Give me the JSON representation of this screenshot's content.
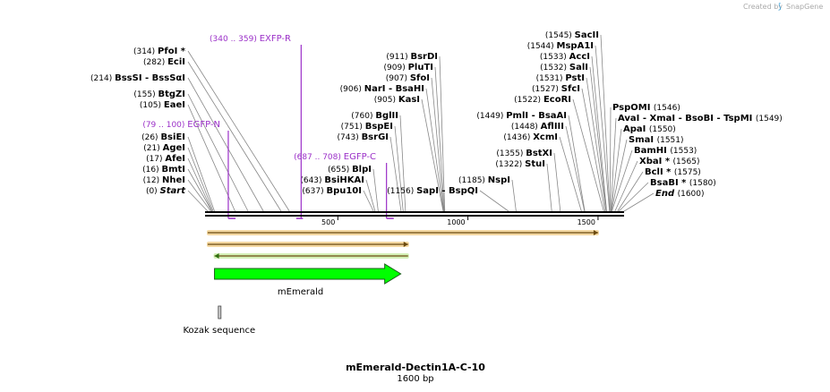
{
  "credit": {
    "prefix": "Created by",
    "brand": "SnapGene"
  },
  "sequence": {
    "name": "mEmerald-Dectin1A-C-10",
    "length_label": "1600 bp",
    "length": 1600
  },
  "axis_ticks": [
    {
      "value": 500,
      "label": "500"
    },
    {
      "value": 1000,
      "label": "1000"
    },
    {
      "value": 1500,
      "label": "1500"
    }
  ],
  "sites_left": [
    {
      "pos": "(0)",
      "name": "Start",
      "bp": 0,
      "italic": true
    },
    {
      "pos": "(12)",
      "name": "NheI",
      "bp": 12
    },
    {
      "pos": "(16)",
      "name": "BmtI",
      "bp": 16
    },
    {
      "pos": "(17)",
      "name": "AfeI",
      "bp": 17
    },
    {
      "pos": "(21)",
      "name": "AgeI",
      "bp": 21
    },
    {
      "pos": "(26)",
      "name": "BsiEI",
      "bp": 26
    },
    {
      "pos": "(105)",
      "name": "EaeI",
      "bp": 105
    },
    {
      "pos": "(155)",
      "name": "BtgZI",
      "bp": 155
    },
    {
      "pos": "(214)",
      "name": "BssSI  - BssSαI",
      "bp": 214
    },
    {
      "pos": "(282)",
      "name": "EciI",
      "bp": 282
    },
    {
      "pos": "(314)",
      "name": "PfoI *",
      "bp": 314
    }
  ],
  "sites_mid": [
    {
      "pos": "(637)",
      "name": "Bpu10I",
      "bp": 637
    },
    {
      "pos": "(643)",
      "name": "BsiHKAI",
      "bp": 643
    },
    {
      "pos": "(655)",
      "name": "BlpI",
      "bp": 655
    },
    {
      "pos": "(743)",
      "name": "BsrGI",
      "bp": 743
    },
    {
      "pos": "(751)",
      "name": "BspEI",
      "bp": 751
    },
    {
      "pos": "(760)",
      "name": "BglII",
      "bp": 760
    },
    {
      "pos": "(905)",
      "name": "KasI",
      "bp": 905
    },
    {
      "pos": "(906)",
      "name": "NarI  - BsaHI",
      "bp": 906
    },
    {
      "pos": "(907)",
      "name": "SfoI",
      "bp": 907
    },
    {
      "pos": "(909)",
      "name": "PluTI",
      "bp": 909
    },
    {
      "pos": "(911)",
      "name": "BsrDI",
      "bp": 911
    },
    {
      "pos": "(1156)",
      "name": "SapI  - BspQI",
      "bp": 1156
    },
    {
      "pos": "(1185)",
      "name": "NspI",
      "bp": 1185
    },
    {
      "pos": "(1322)",
      "name": "StuI",
      "bp": 1322
    },
    {
      "pos": "(1355)",
      "name": "BstXI",
      "bp": 1355
    },
    {
      "pos": "(1436)",
      "name": "XcmI",
      "bp": 1436
    },
    {
      "pos": "(1448)",
      "name": "AflIII",
      "bp": 1448
    },
    {
      "pos": "(1449)",
      "name": "PmlI  - BsaAI",
      "bp": 1449
    },
    {
      "pos": "(1522)",
      "name": "EcoRI",
      "bp": 1522
    },
    {
      "pos": "(1527)",
      "name": "SfcI",
      "bp": 1527
    },
    {
      "pos": "(1531)",
      "name": "PstI",
      "bp": 1531
    },
    {
      "pos": "(1532)",
      "name": "SalI",
      "bp": 1532
    },
    {
      "pos": "(1533)",
      "name": "AccI",
      "bp": 1533
    },
    {
      "pos": "(1544)",
      "name": "MspA1I",
      "bp": 1544
    },
    {
      "pos": "(1545)",
      "name": "SacII",
      "bp": 1545
    }
  ],
  "sites_right": [
    {
      "name": "PspOMI",
      "pos": "(1546)",
      "bp": 1546
    },
    {
      "name": "AvaI  - XmaI  - BsoBI  - TspMI",
      "pos": "(1549)",
      "bp": 1549
    },
    {
      "name": "ApaI",
      "pos": "(1550)",
      "bp": 1550
    },
    {
      "name": "SmaI",
      "pos": "(1551)",
      "bp": 1551
    },
    {
      "name": "BamHI",
      "pos": "(1553)",
      "bp": 1553
    },
    {
      "name": "XbaI *",
      "pos": "(1565)",
      "bp": 1565
    },
    {
      "name": "BclI *",
      "pos": "(1575)",
      "bp": 1575
    },
    {
      "name": "BsaBI *",
      "pos": "(1580)",
      "bp": 1580
    },
    {
      "name": "End",
      "pos": "(1600)",
      "bp": 1600,
      "italic": true
    }
  ],
  "primers": [
    {
      "range": "(79 .. 100)",
      "name": "EGFP-N",
      "start": 79,
      "end": 100
    },
    {
      "range": "(340 .. 359)",
      "name": "EXFP-R",
      "start": 340,
      "end": 359
    },
    {
      "range": "(687 .. 708)",
      "name": "EGFP-C",
      "start": 687,
      "end": 708
    }
  ],
  "features": [
    {
      "name": "mEmerald",
      "start": 26,
      "end": 742,
      "color": "#00ff00"
    },
    {
      "name": "Kozak sequence",
      "start": 20,
      "end": 30,
      "color": "#cccccc"
    }
  ],
  "orfs": [
    {
      "start": 0,
      "end": 1500,
      "direction": "forward",
      "color": "#e6a830"
    },
    {
      "start": 0,
      "end": 770,
      "direction": "forward",
      "color": "#e6a830"
    },
    {
      "start": 26,
      "end": 770,
      "direction": "reverse",
      "color": "#a0e060"
    }
  ]
}
